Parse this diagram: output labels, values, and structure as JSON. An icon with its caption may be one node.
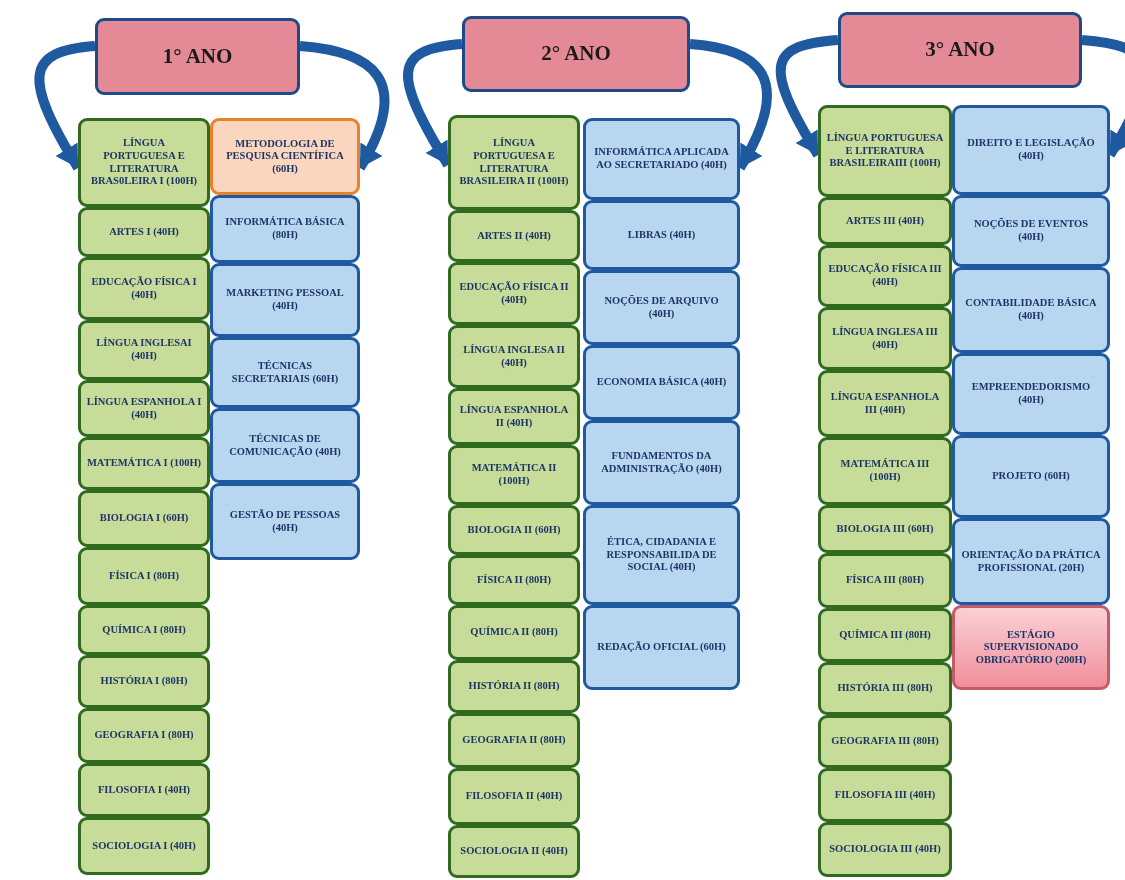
{
  "diagram": {
    "nodes": [
      {
        "text": [
          "1° ANO"
        ]
      },
      {
        "text": [
          "LÍNGUA PORTUGUESA E LITERATURA BRAS0LEIRA I (100H)"
        ]
      },
      {
        "text": [
          "ARTES I (40H)"
        ]
      },
      {
        "text": [
          "EDUCAÇÃO FÍSICA I (40H)"
        ]
      },
      {
        "text": [
          "LÍNGUA INGLESAI (40H)"
        ]
      },
      {
        "text": [
          "LÍNGUA ESPANHOLA I (40H)"
        ]
      },
      {
        "text": [
          "MATEMÁTICA I (100H)"
        ]
      },
      {
        "text": [
          "BIOLOGIA I (60H)"
        ]
      },
      {
        "text": [
          "FÍSICA I (80H)"
        ]
      },
      {
        "text": [
          "QUÍMICA I (80H)"
        ]
      },
      {
        "text": [
          "HISTÓRIA I (80H)"
        ]
      },
      {
        "text": [
          "GEOGRAFIA I (80H)"
        ]
      },
      {
        "text": [
          "FILOSOFIA I (40H)"
        ]
      },
      {
        "text": [
          "SOCIOLOGIA I (40H)"
        ]
      },
      {
        "text": [
          "METODOLOGIA DE PESQUISA CIENTÍFICA (60H)"
        ]
      },
      {
        "text": [
          "INFORMÁTICA BÁSICA (80H)"
        ]
      },
      {
        "text": [
          "MARKETING PESSOAL (40H)"
        ]
      },
      {
        "text": [
          "TÉCNICAS SECRETARIAIS (60H)"
        ]
      },
      {
        "text": [
          "TÉCNICAS DE COMUNICAÇÃO (40H)"
        ]
      },
      {
        "text": [
          "GESTÃO DE PESSOAS (40H)"
        ]
      },
      {
        "text": [
          "2° ANO"
        ]
      },
      {
        "text": [
          "LÍNGUA PORTUGUESA E LITERATURA BRASILEIRA II (100H)"
        ]
      },
      {
        "text": [
          "ARTES II (40H)"
        ]
      },
      {
        "text": [
          "EDUCAÇÃO FÍSICA II (40H)"
        ]
      },
      {
        "text": [
          "LÍNGUA INGLESA II (40H)"
        ]
      },
      {
        "text": [
          "LÍNGUA ESPANHOLA II (40H)"
        ]
      },
      {
        "text": [
          "MATEMÁTICA II (100H)"
        ]
      },
      {
        "text": [
          "BIOLOGIA II (60H)"
        ]
      },
      {
        "text": [
          "FÍSICA II (80H)"
        ]
      },
      {
        "text": [
          "QUÍMICA II (80H)"
        ]
      },
      {
        "text": [
          "HISTÓRIA II (80H)"
        ]
      },
      {
        "text": [
          "GEOGRAFIA II (80H)"
        ]
      },
      {
        "text": [
          "FILOSOFIA II (40H)"
        ]
      },
      {
        "text": [
          "SOCIOLOGIA II (40H)"
        ]
      },
      {
        "text": [
          "INFORMÁTICA APLICADA AO SECRETARIADO (40H)"
        ]
      },
      {
        "text": [
          "LIBRAS (40H)"
        ]
      },
      {
        "text": [
          "NOÇÕES DE ARQUIVO (40H)"
        ]
      },
      {
        "text": [
          "ECONOMIA BÁSICA (40H)"
        ]
      },
      {
        "text": [
          "FUNDAMENTOS DA ADMINISTRAÇÃO (40H)"
        ]
      },
      {
        "text": [
          "ÉTICA, CIDADANIA E RESPONSABILIDA DE SOCIAL (40H)"
        ]
      },
      {
        "text": [
          "REDAÇÃO OFICIAL (60H)"
        ]
      },
      {
        "text": [
          "3° ANO"
        ]
      },
      {
        "text": [
          "LÍNGUA PORTUGUESA E LITERATURA BRASILEIRAIII (100H)"
        ]
      },
      {
        "text": [
          "ARTES III (40H)"
        ]
      },
      {
        "text": [
          "EDUCAÇÃO FÍSICA III (40H)"
        ]
      },
      {
        "text": [
          "LÍNGUA INGLESA III (40H)"
        ]
      },
      {
        "text": [
          "LÍNGUA ESPANHOLA III (40H)"
        ]
      },
      {
        "text": [
          "MATEMÁTICA III (100H)"
        ]
      },
      {
        "text": [
          "BIOLOGIA III (60H)"
        ]
      },
      {
        "text": [
          "FÍSICA III (80H)"
        ]
      },
      {
        "text": [
          "QUÍMICA III (80H)"
        ]
      },
      {
        "text": [
          "HISTÓRIA III (80H)"
        ]
      },
      {
        "text": [
          "GEOGRAFIA III (80H)"
        ]
      },
      {
        "text": [
          "FILOSOFIA III (40H)"
        ]
      },
      {
        "text": [
          "SOCIOLOGIA III (40H)"
        ]
      },
      {
        "text": [
          "DIREITO E LEGISLAÇÃO (40H)"
        ]
      },
      {
        "text": [
          "NOÇÕES DE EVENTOS (40H)"
        ]
      },
      {
        "text": [
          "CONTABILIDADE BÁSICA (40H)"
        ]
      },
      {
        "text": [
          "EMPREENDEDORISMO (40H)"
        ]
      },
      {
        "text": [
          "PROJETO (60H)"
        ]
      },
      {
        "text": [
          "ORIENTAÇÃO DA PRÁTICA PROFISSIONAL (20H)"
        ]
      },
      {
        "text": [
          "ESTÁGIO SUPERVISIONADO OBRIGATÓRIO (200H)"
        ]
      }
    ],
    "edges": [
      {
        "from": 0,
        "to": 1,
        "arrow": "to"
      },
      {
        "from": 0,
        "to": 14,
        "arrow": "to"
      },
      {
        "from": 20,
        "to": 21,
        "arrow": "to"
      },
      {
        "from": 20,
        "to": 34,
        "arrow": "to"
      },
      {
        "from": 41,
        "to": 42,
        "arrow": "to"
      },
      {
        "from": 41,
        "to": 55,
        "arrow": "to"
      }
    ]
  }
}
